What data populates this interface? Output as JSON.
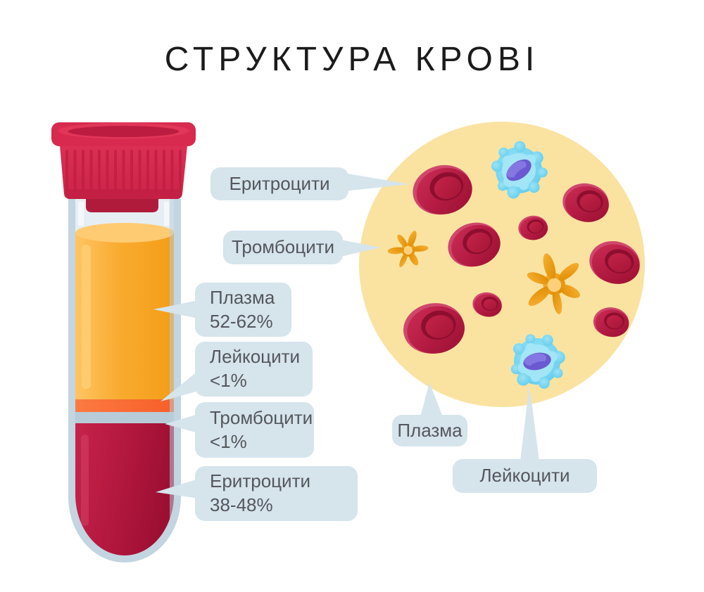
{
  "title": "СТРУКТУРА КРОВІ",
  "tube_callouts": [
    {
      "id": "plasma",
      "name": "Плазма",
      "value": "52-62%"
    },
    {
      "id": "leukocytes",
      "name": "Лейкоцити",
      "value": "<1%"
    },
    {
      "id": "platelets",
      "name": "Тромбоцити",
      "value": "<1%"
    },
    {
      "id": "erythrocytes",
      "name": "Еритроцити",
      "value": "38-48%"
    }
  ],
  "smear_callouts": {
    "erythrocytes": "Еритроцити",
    "platelets": "Тромбоцити",
    "plasma": "Плазма",
    "leukocytes": "Лейкоцити"
  },
  "colors": {
    "callout_bg": "#d6e4ec",
    "callout_text": "#54575c",
    "title_text": "#1b1b1b",
    "cap_red": "#d72a4e",
    "plasma_orange": "#f6a41f",
    "platelet_band_orange": "#f9692f",
    "leukocyte_band_gray": "#b7ccd8",
    "erythrocyte_red": "#b5173c",
    "smear_background_yellow": "#fae3a1",
    "leukocyte_blue": "#6fd2ef",
    "nucleus_purple": "#6a59d1",
    "platelet_gold": "#efa018"
  }
}
